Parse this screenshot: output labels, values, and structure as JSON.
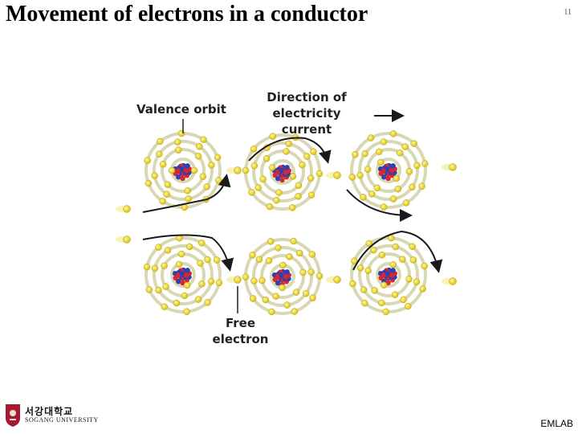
{
  "slide": {
    "title": "Movement of electrons in a conductor",
    "page_number": "11",
    "footer_lab": "EMLAB"
  },
  "figure": {
    "valence_label": "Valence orbit",
    "direction_label": "Direction of electricity current",
    "free_electron_label": "Free electron",
    "colors": {
      "electron": "#e8d21c",
      "orbit": "#d9d8b4",
      "proton": "#d8262e",
      "neutron": "#2c3fb4",
      "arrow": "#1a1a1a"
    }
  },
  "logo": {
    "korean_name": "서강대학교",
    "english_name": "SOGANG UNIVERSITY",
    "shield_icon": "sogang-shield-icon"
  }
}
